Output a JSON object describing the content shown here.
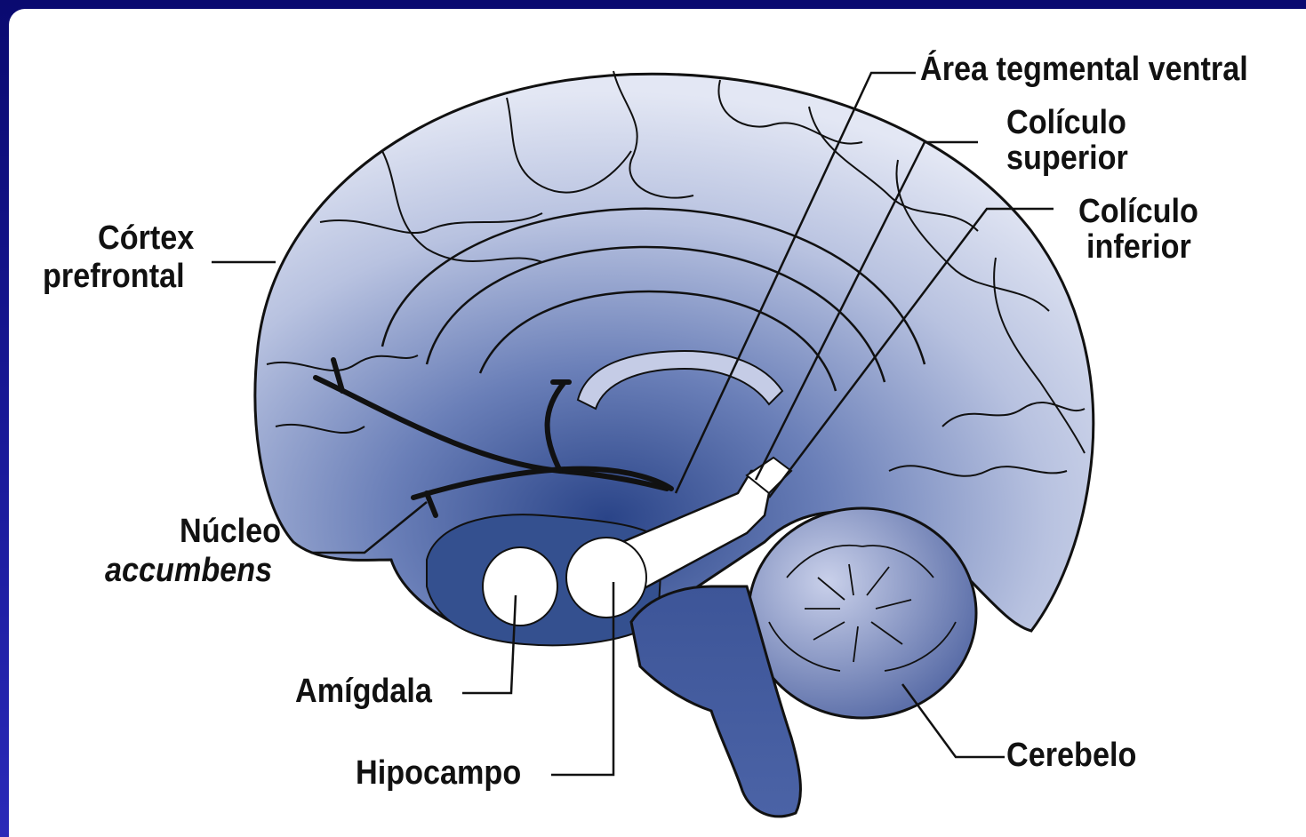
{
  "labels": {
    "area_tegmental_ventral": "Área tegmental ventral",
    "coliculo_superior_1": "Colículo",
    "coliculo_superior_2": "superior",
    "coliculo_inferior_1": "Colículo",
    "coliculo_inferior_2": "inferior",
    "cortex_prefrontal_1": "Córtex",
    "cortex_prefrontal_2": "prefrontal",
    "nucleo_accumbens_1": "Núcleo",
    "nucleo_accumbens_2": "accumbens",
    "amigdala": "Amígdala",
    "hipocampo": "Hipocampo",
    "cerebelo": "Cerebelo"
  },
  "colors": {
    "background_dark": "#0a0a70",
    "brain_light": "#dfe3f2",
    "brain_dark": "#2a4488",
    "outline": "#111111"
  }
}
